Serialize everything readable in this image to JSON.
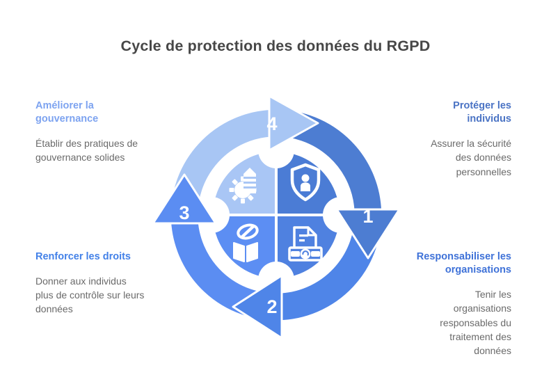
{
  "title": "Cycle de protection des données du RGPD",
  "diagram": {
    "type": "cycle",
    "direction": "clockwise",
    "steps": [
      {
        "number": "1",
        "title": "Protéger les individus",
        "description": "Assurer la sécurité des données personnelles",
        "icon": "shield-person-icon",
        "arc_color": "#4d7dd2",
        "quadrant_color": "#4b7cd5",
        "label_color": "#4a73c4"
      },
      {
        "number": "2",
        "title": "Responsabiliser les organisations",
        "description": "Tenir les organisations responsables du traitement des données",
        "icon": "document-handshake-icon",
        "arc_color": "#4f85e8",
        "quadrant_color": "#4f81e0",
        "label_color": "#3f72d8"
      },
      {
        "number": "3",
        "title": "Renforcer les droits",
        "description": "Donner aux individus plus de contrôle sur leurs données",
        "icon": "box-restriction-icon",
        "arc_color": "#5b8df2",
        "quadrant_color": "#5c8ef3",
        "label_color": "#4381e8"
      },
      {
        "number": "4",
        "title": "Améliorer la gouvernance",
        "description": "Établir des pratiques de gouvernance solides",
        "icon": "governance-gear-icon",
        "arc_color": "#a8c6f4",
        "quadrant_color": "#a9c6f5",
        "label_color": "#7da3f0"
      }
    ],
    "number_text_color": "#ffffff",
    "icon_color": "#ffffff"
  },
  "title_color": "#474747",
  "body_text_color": "#6a6a6a",
  "background_color": "#ffffff"
}
